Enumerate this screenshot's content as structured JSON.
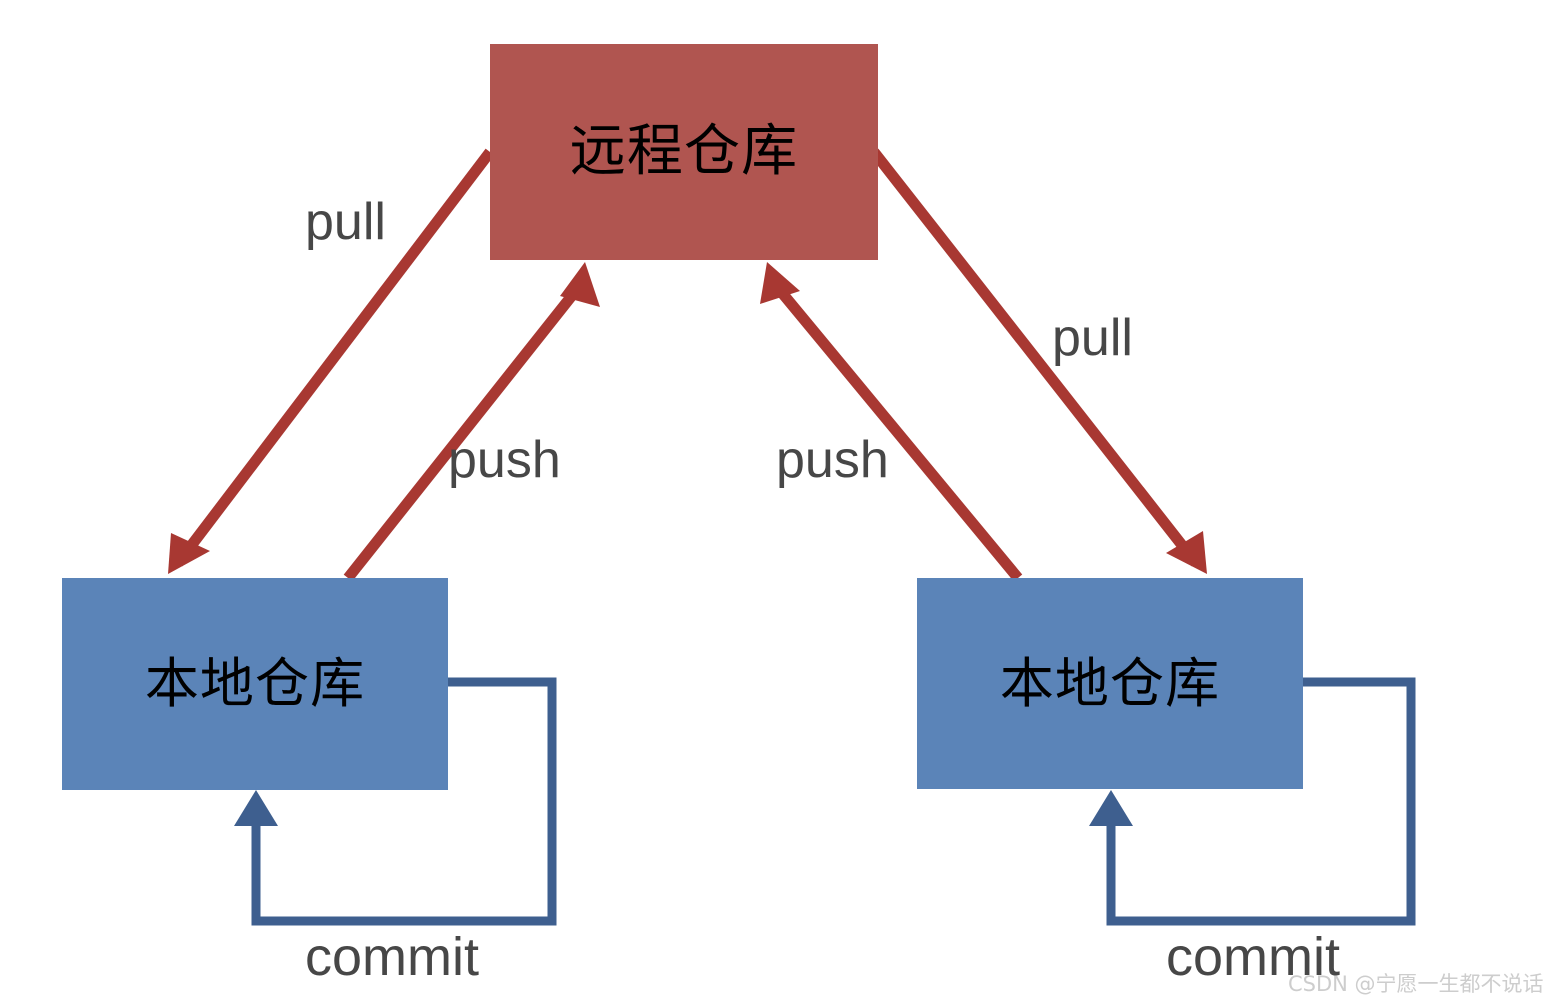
{
  "diagram": {
    "title": "Git remote and local repository workflow",
    "colors": {
      "remote_fill": "#b05550",
      "local_fill": "#5b84b8",
      "remote_arrow": "#a83832",
      "commit_arrow": "#3e5f8f",
      "label_text": "#474747",
      "node_text": "#000000",
      "background": "#ffffff",
      "watermark_text": "#cdcdcd"
    },
    "nodes": [
      {
        "id": "remote-repo",
        "label": "远程仓库",
        "type": "remote"
      },
      {
        "id": "local-repo-left",
        "label": "本地仓库",
        "type": "local"
      },
      {
        "id": "local-repo-right",
        "label": "本地仓库",
        "type": "local"
      }
    ],
    "edges": [
      {
        "id": "pull-left",
        "label": "pull",
        "from": "remote-repo",
        "to": "local-repo-left",
        "color": "#a83832"
      },
      {
        "id": "push-left",
        "label": "push",
        "from": "local-repo-left",
        "to": "remote-repo",
        "color": "#a83832"
      },
      {
        "id": "push-right",
        "label": "push",
        "from": "local-repo-right",
        "to": "remote-repo",
        "color": "#a83832"
      },
      {
        "id": "pull-right",
        "label": "pull",
        "from": "remote-repo",
        "to": "local-repo-right",
        "color": "#a83832"
      },
      {
        "id": "commit-left",
        "label": "commit",
        "from": "local-repo-left",
        "to": "local-repo-left",
        "color": "#3e5f8f"
      },
      {
        "id": "commit-right",
        "label": "commit",
        "from": "local-repo-right",
        "to": "local-repo-right",
        "color": "#3e5f8f"
      }
    ]
  },
  "watermark": {
    "text": "CSDN @宁愿一生都不说话"
  }
}
